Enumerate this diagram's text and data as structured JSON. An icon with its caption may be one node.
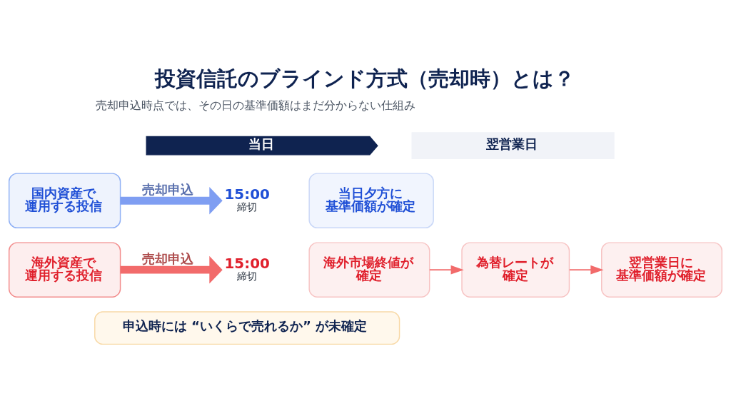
{
  "diagram": {
    "title": "投資信託のブラインド方式（売却時）とは？",
    "nodes": [
      {
        "text": [
          "当日"
        ]
      },
      {
        "text": [
          "翌営業日"
        ]
      },
      {
        "text": [
          "国内資産で運用する投信"
        ]
      },
      {
        "text": [
          "15:00",
          "締切"
        ]
      },
      {
        "text": [
          "当日夕方に基準価額が確定"
        ]
      },
      {
        "text": [
          "海外資産で運用する投信"
        ]
      },
      {
        "text": [
          "15:00",
          "締切"
        ]
      },
      {
        "text": [
          "海外市場終値が確定"
        ]
      },
      {
        "text": [
          "為替レートが確定"
        ]
      },
      {
        "text": [
          "翌営業日に基準価額が確定"
        ]
      },
      {
        "text": [
          "申込時には “いくらで売れるか” が未確定"
        ]
      }
    ],
    "edges": [
      {
        "from": 2,
        "to": 3,
        "arrow": "to",
        "label": "売却申込",
        "style": "thick",
        "color": "#7f9ef2"
      },
      {
        "from": 5,
        "to": 6,
        "arrow": "to",
        "label": "売却申込",
        "style": "thick"
      },
      {
        "from": 7,
        "to": 8,
        "arrow": "to"
      },
      {
        "from": 8,
        "to": 9,
        "arrow": "to"
      }
    ],
    "labels": [
      "売却申込時点では、その日の基準価額はまだ分からない仕組み"
    ]
  }
}
